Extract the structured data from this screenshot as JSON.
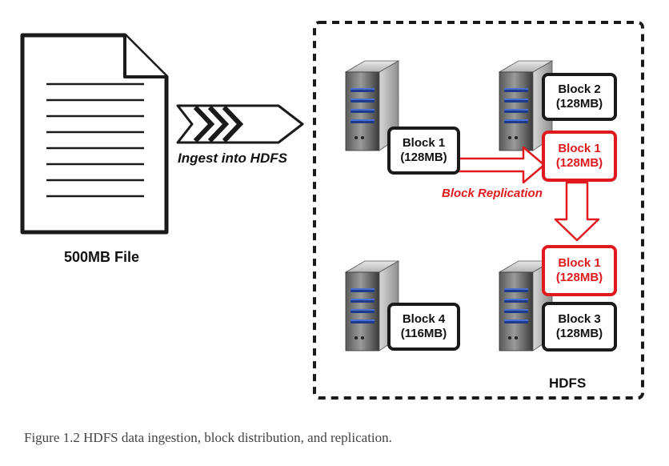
{
  "file": {
    "label": "500MB File",
    "icon": "document-icon"
  },
  "ingest": {
    "label": "Ingest into HDFS",
    "icon": "chevron-arrow-icon"
  },
  "hdfs": {
    "label": "HDFS",
    "border_style": "dashed"
  },
  "servers": [
    {
      "name": "server-top-left",
      "blocks": [
        {
          "name": "Block 1",
          "size": "(128MB)",
          "replica": false
        }
      ]
    },
    {
      "name": "server-top-right",
      "blocks": [
        {
          "name": "Block 2",
          "size": "(128MB)",
          "replica": false
        },
        {
          "name": "Block 1",
          "size": "(128MB)",
          "replica": true
        }
      ]
    },
    {
      "name": "server-bottom-left",
      "blocks": [
        {
          "name": "Block 4",
          "size": "(116MB)",
          "replica": false
        }
      ]
    },
    {
      "name": "server-bottom-right",
      "blocks": [
        {
          "name": "Block 1",
          "size": "(128MB)",
          "replica": true
        },
        {
          "name": "Block 3",
          "size": "(128MB)",
          "replica": false
        }
      ]
    }
  ],
  "replication": {
    "label": "Block Replication"
  },
  "caption": "Figure 1.2 HDFS data ingestion, block distribution, and replication.",
  "colors": {
    "replica": "#e0191f",
    "border": "#1a1a1a",
    "caption": "#444444"
  }
}
